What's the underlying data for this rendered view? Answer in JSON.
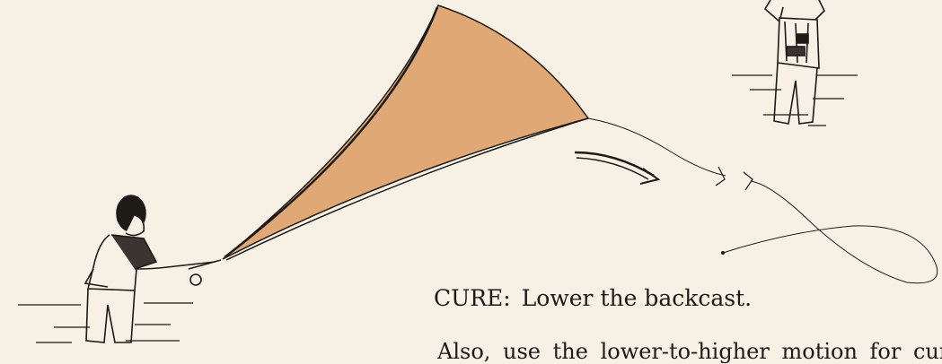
{
  "caption": {
    "label": "CURE:",
    "text": "Lower the backcast."
  },
  "body_text_partial": "Also, use the lower-to-higher motion for curing",
  "colors": {
    "paper": "#f6f1e4",
    "cone_fill": "#e0a874",
    "ink": "#1e1a16"
  },
  "icons": [
    "fly-line-loop",
    "motion-arrow"
  ]
}
